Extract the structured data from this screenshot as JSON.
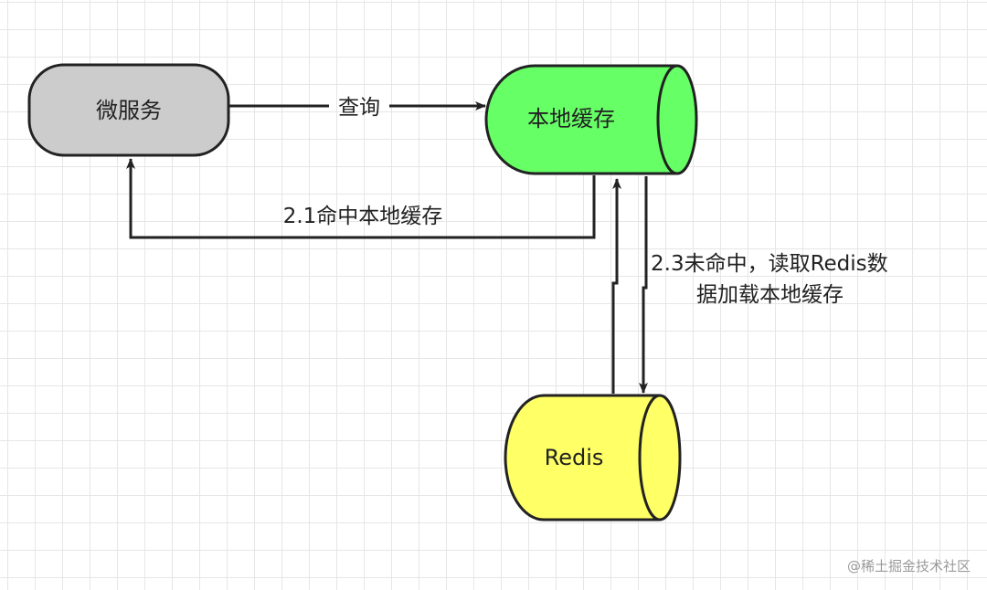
{
  "nodes": {
    "microservice": {
      "label": "微服务",
      "fill": "#cccccc"
    },
    "local_cache": {
      "label": "本地缓存",
      "fill": "#66ff66"
    },
    "redis": {
      "label": "Redis",
      "fill": "#ffff66"
    }
  },
  "edges": {
    "query": {
      "label": "查询"
    },
    "hit_local": {
      "label": "2.1命中本地缓存"
    },
    "miss": {
      "label_line1": "2.3未命中，读取Redis数",
      "label_line2": "据加载本地缓存"
    }
  },
  "watermark": "@稀土掘金技术社区"
}
